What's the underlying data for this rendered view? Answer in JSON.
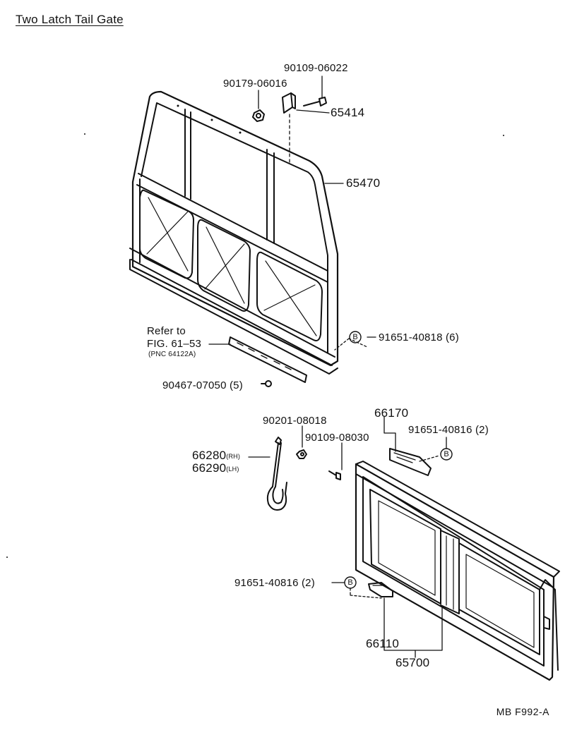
{
  "title": "Two Latch Tail Gate",
  "figure_code": "MB F992-A",
  "refer_note": {
    "line1": "Refer to",
    "line2": "FIG. 61–53",
    "line3": "(PNC 64122A)"
  },
  "symbol_b": "B",
  "parts": {
    "bolt_top": "90109-06022",
    "nut_top": "90179-06016",
    "bracket_top": "65414",
    "upper_frame": "65470",
    "bolt_6": "91651-40818 (6)",
    "screw_5": "90467-07050 (5)",
    "nut_mid": "90201-08018",
    "bolt_mid": "90109-08030",
    "handle_upper": "66170",
    "bolt_upper_2": "91651-40816 (2)",
    "cable_rh": "66280",
    "cable_rh_suffix": "(RH)",
    "cable_lh": "66290",
    "cable_lh_suffix": "(LH)",
    "bolt_lower_2": "91651-40816 (2)",
    "latch": "66110",
    "tailgate": "65700"
  }
}
